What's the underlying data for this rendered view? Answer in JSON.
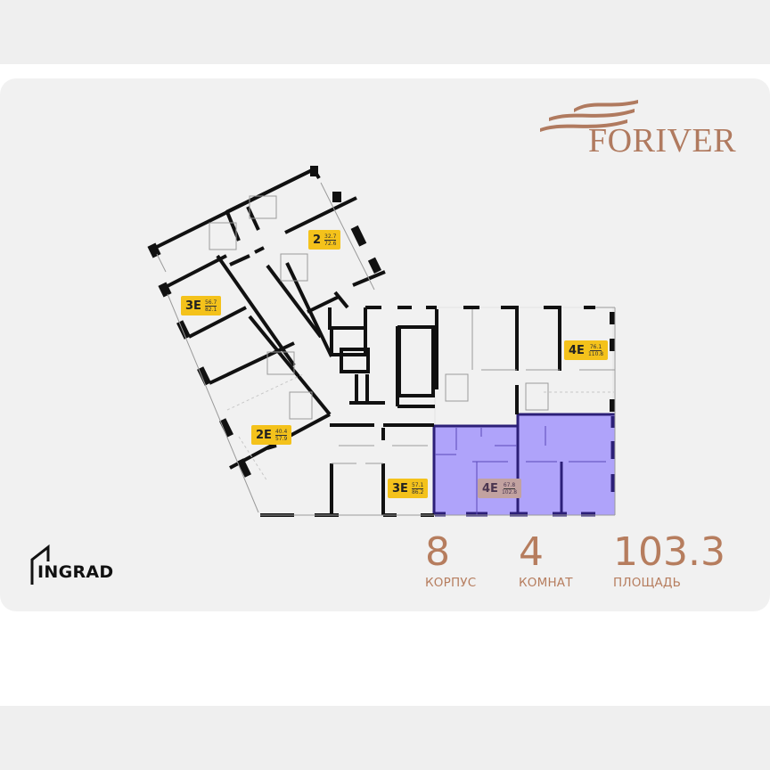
{
  "brand": {
    "developer_logo": "FORIVER",
    "partner_logo": "INGRAD",
    "accent_color": "#b67d5e"
  },
  "stats": [
    {
      "value": "8",
      "label": "КОРПУС"
    },
    {
      "value": "4",
      "label": "КОМНАТ"
    },
    {
      "value": "103.3",
      "label": "ПЛОЩАДЬ"
    }
  ],
  "floor_plan": {
    "highlight_color": "#a99cfb",
    "highlight_wall_color": "#2c1f78",
    "apartments": [
      {
        "type": "2",
        "living_area": "32.7",
        "total_area": "72.6",
        "selected": false
      },
      {
        "type": "3E",
        "living_area": "56.7",
        "total_area": "82.1",
        "selected": false
      },
      {
        "type": "4E",
        "living_area": "76.1",
        "total_area": "110.8",
        "selected": false
      },
      {
        "type": "2E",
        "living_area": "40.4",
        "total_area": "57.9",
        "selected": false
      },
      {
        "type": "3E",
        "living_area": "57.1",
        "total_area": "86.2",
        "selected": false
      },
      {
        "type": "4E",
        "living_area": "67.8",
        "total_area": "102.8",
        "selected": true
      }
    ]
  }
}
